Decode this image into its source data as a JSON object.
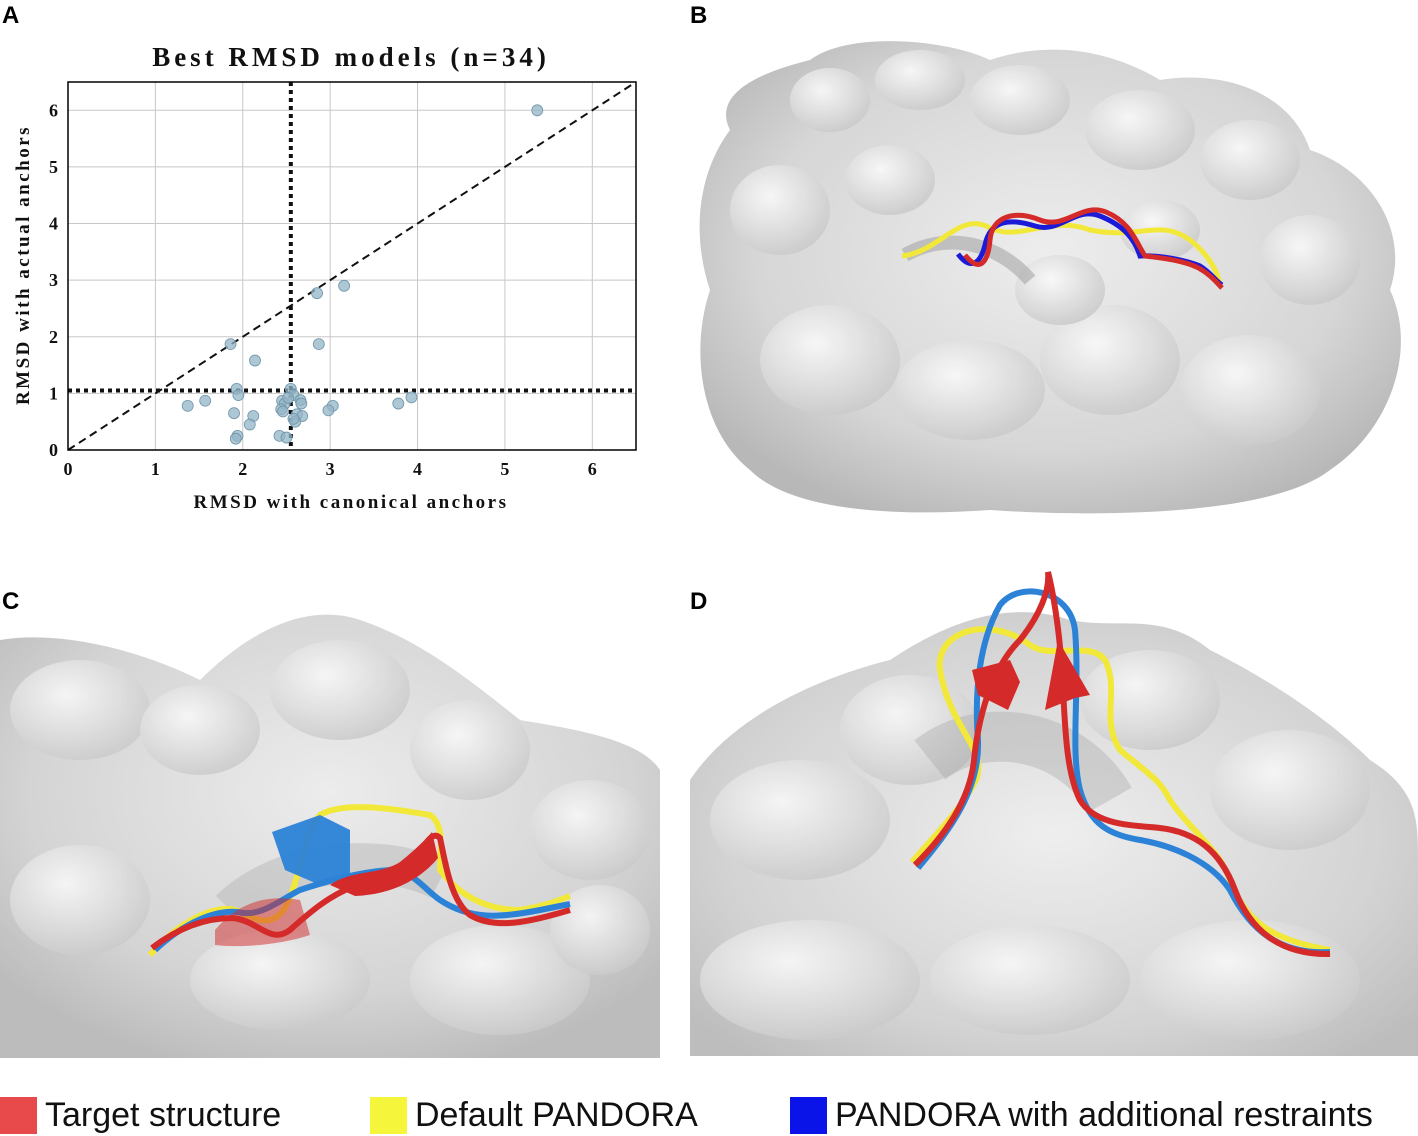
{
  "figure": {
    "panel_letters": [
      "A",
      "B",
      "C",
      "D"
    ],
    "legend": [
      {
        "label": "Target structure",
        "color": "#e8494a"
      },
      {
        "label": "Default PANDORA",
        "color": "#f5f53c"
      },
      {
        "label": "PANDORA with additional restraints",
        "color": "#0a14e8"
      }
    ],
    "colors": {
      "surface": "#d9d9d9",
      "target": "#d42a2a",
      "default": "#f2e83a",
      "restrained_b": "#1a1ad8",
      "restrained_cd": "#2b82d6",
      "points": "#93b4c6"
    },
    "panels": {
      "B": {
        "content": "protein-surface-with-peptide-backbones"
      },
      "C": {
        "content": "protein-surface-with-helical-peptides"
      },
      "D": {
        "content": "protein-surface-with-hairpin-peptides"
      }
    }
  },
  "chart_data": {
    "type": "scatter",
    "title": "Best RMSD models (n=34)",
    "xlabel": "RMSD with canonical anchors",
    "ylabel": "RMSD with actual anchors",
    "xlim": [
      0,
      6.5
    ],
    "ylim": [
      0,
      6.5
    ],
    "xticks": [
      0,
      1,
      2,
      3,
      4,
      5,
      6
    ],
    "yticks": [
      0,
      1,
      2,
      3,
      4,
      5,
      6
    ],
    "grid": true,
    "reference_lines": [
      {
        "kind": "diagonal",
        "style": "dashed"
      },
      {
        "kind": "vertical",
        "x": 2.55,
        "style": "dotted"
      },
      {
        "kind": "horizontal",
        "y": 1.05,
        "style": "dotted"
      }
    ],
    "points": [
      {
        "x": 5.37,
        "y": 6.0
      },
      {
        "x": 3.16,
        "y": 2.9
      },
      {
        "x": 2.85,
        "y": 2.77
      },
      {
        "x": 2.87,
        "y": 1.87
      },
      {
        "x": 1.86,
        "y": 1.87
      },
      {
        "x": 2.14,
        "y": 1.58
      },
      {
        "x": 1.93,
        "y": 1.08
      },
      {
        "x": 1.95,
        "y": 0.97
      },
      {
        "x": 2.55,
        "y": 1.08
      },
      {
        "x": 2.58,
        "y": 0.97
      },
      {
        "x": 2.45,
        "y": 0.87
      },
      {
        "x": 2.48,
        "y": 0.82
      },
      {
        "x": 2.44,
        "y": 0.72
      },
      {
        "x": 2.66,
        "y": 0.88
      },
      {
        "x": 2.67,
        "y": 0.82
      },
      {
        "x": 2.62,
        "y": 0.63
      },
      {
        "x": 2.68,
        "y": 0.6
      },
      {
        "x": 3.03,
        "y": 0.78
      },
      {
        "x": 2.98,
        "y": 0.7
      },
      {
        "x": 3.93,
        "y": 0.93
      },
      {
        "x": 3.78,
        "y": 0.82
      },
      {
        "x": 1.37,
        "y": 0.78
      },
      {
        "x": 1.57,
        "y": 0.87
      },
      {
        "x": 1.9,
        "y": 0.65
      },
      {
        "x": 2.12,
        "y": 0.6
      },
      {
        "x": 2.08,
        "y": 0.45
      },
      {
        "x": 1.94,
        "y": 0.25
      },
      {
        "x": 1.92,
        "y": 0.2
      },
      {
        "x": 2.42,
        "y": 0.25
      },
      {
        "x": 2.5,
        "y": 0.22
      },
      {
        "x": 2.6,
        "y": 0.5
      },
      {
        "x": 2.52,
        "y": 0.92
      },
      {
        "x": 2.46,
        "y": 0.68
      },
      {
        "x": 2.58,
        "y": 0.55
      }
    ]
  }
}
